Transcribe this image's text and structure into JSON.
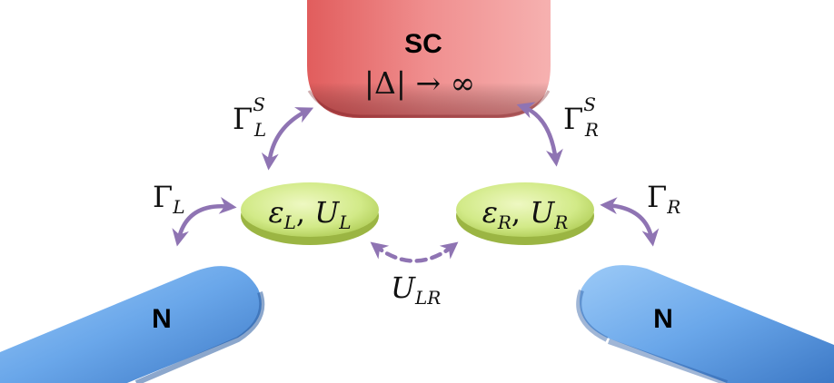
{
  "superconductor": {
    "label": "SC",
    "formula": "|Δ| → ∞"
  },
  "dots": {
    "left": {
      "eps": "ε",
      "eps_sub": "L",
      "u": "U",
      "u_sub": "L"
    },
    "right": {
      "eps": "ε",
      "eps_sub": "R",
      "u": "U",
      "u_sub": "R"
    }
  },
  "normal_leads": {
    "left_label": "N",
    "right_label": "N"
  },
  "couplings": {
    "gamma_symbol": "Γ",
    "gamma_L_sub": "L",
    "gamma_R_sub": "R",
    "gamma_LS_sup": "S",
    "gamma_LS_sub": "L",
    "gamma_RS_sup": "S",
    "gamma_RS_sub": "R",
    "u_lr": "U",
    "u_lr_sub": "LR"
  },
  "colors": {
    "superconductor": "#e8696a",
    "dot": "#c9e27a",
    "normal_lead": "#5b9be0",
    "arrow": "#8f74b3"
  }
}
